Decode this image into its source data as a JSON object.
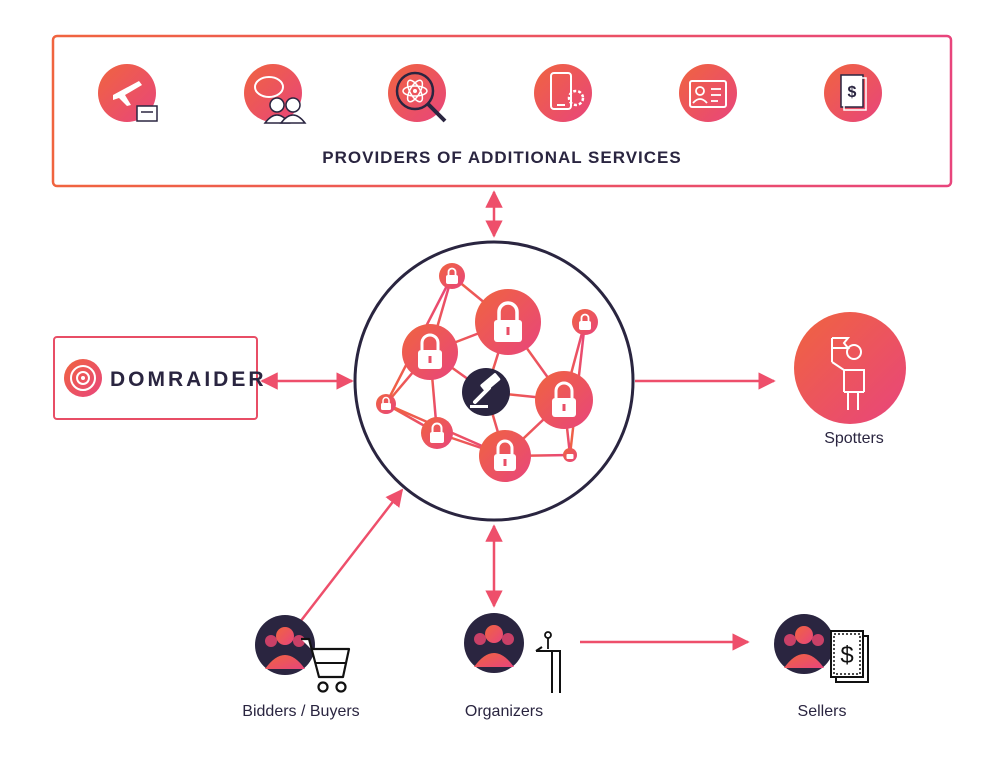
{
  "colors": {
    "accent": "#ee4f6b",
    "gradient_start": "#f0643f",
    "gradient_end": "#e8457c",
    "dark": "#2a2540",
    "frame": "#e84e66"
  },
  "providers": {
    "title": "PROVIDERS OF ADDITIONAL SERVICES",
    "icons": [
      "plane-box-icon",
      "users-piggybank-icon",
      "atom-search-icon",
      "mobile-gear-icon",
      "id-card-icon",
      "dollar-document-icon"
    ]
  },
  "hub": {
    "center_icon": "gavel-icon",
    "node_icon": "padlock-icon"
  },
  "brand": {
    "name": "DOMRAIDER"
  },
  "actors": {
    "spotters": "Spotters",
    "bidders": "Bidders / Buyers",
    "organizers": "Organizers",
    "sellers": "Sellers"
  }
}
